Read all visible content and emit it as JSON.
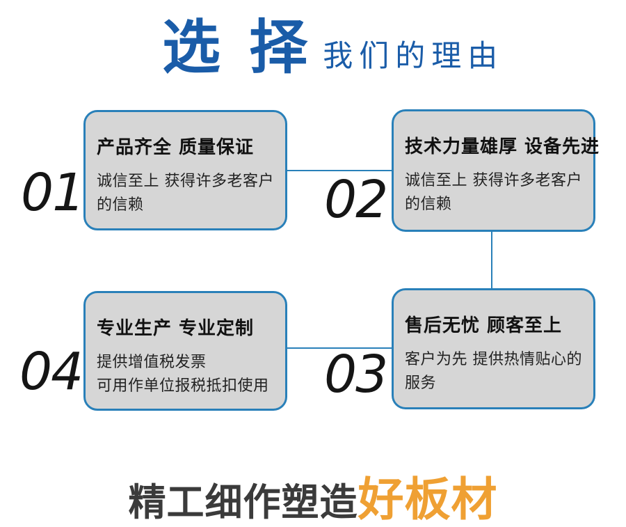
{
  "header": {
    "main": "选 择",
    "sub": "我们的理由"
  },
  "cards": [
    {
      "number": "01",
      "title": "产品齐全 质量保证",
      "desc": "诚信至上 获得许多老客户\n的信赖"
    },
    {
      "number": "02",
      "title": "技术力量雄厚 设备先进",
      "desc": "诚信至上 获得许多老客户\n的信赖"
    },
    {
      "number": "04",
      "title": "专业生产 专业定制",
      "desc": "提供增值税发票\n可用作单位报税抵扣使用"
    },
    {
      "number": "03",
      "title": "售后无忧 顾客至上",
      "desc": "客户为先 提供热情贴心的\n服务"
    }
  ],
  "footer": {
    "gray": "精工细作塑造",
    "orange": "好板材"
  },
  "colors": {
    "title_blue": "#1A5CA8",
    "line_blue": "#2980B9",
    "card_bg": "#D6D6D6",
    "card_border": "#2980B9",
    "footer_dark": "#3B3B3B",
    "footer_orange": "#EFA033",
    "number_black": "#151515"
  }
}
